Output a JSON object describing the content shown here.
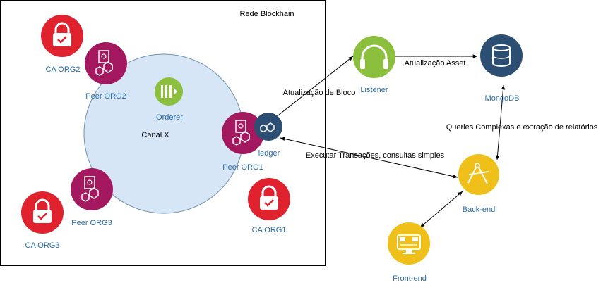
{
  "network": {
    "title": "Rede Blockhain",
    "channel_label": "Canal X"
  },
  "nodes": {
    "ca_org1": "CA ORG1",
    "ca_org2": "CA ORG2",
    "ca_org3": "CA ORG3",
    "peer_org1": "Peer ORG1",
    "peer_org2": "Peer ORG2",
    "peer_org3": "Peer ORG3",
    "orderer": "Orderer",
    "ledger": "ledger",
    "listener": "Listener",
    "mongodb": "MongoDB",
    "backend": "Back-end",
    "frontend": "Front-end"
  },
  "edges": {
    "block_update": "Atualização de Bloco",
    "asset_update": "Atualização Asset",
    "complex_queries": "Queries Complexas e extração de relatórios",
    "transactions": "Executar Transações, consultas simples"
  },
  "colors": {
    "ca_red": "#e0222f",
    "peer_magenta": "#a3185f",
    "orderer_green": "#8dbf3f",
    "ledger_navy": "#2d4e73",
    "listener_green": "#8dbf3f",
    "mongodb_navy": "#2d4e73",
    "backend_yellow": "#f0c01a",
    "frontend_yellow": "#f0c01a",
    "channel_fill": "#d6e6f7",
    "label_blue": "#2a6aa8"
  },
  "icons": {
    "ca": "padlock-check-icon",
    "peer": "certificate-blocks-icon",
    "orderer": "queue-icon",
    "ledger": "blocks-icon",
    "listener": "headphones-icon",
    "mongodb": "database-icon",
    "backend": "compass-icon",
    "frontend": "monitor-icon"
  }
}
